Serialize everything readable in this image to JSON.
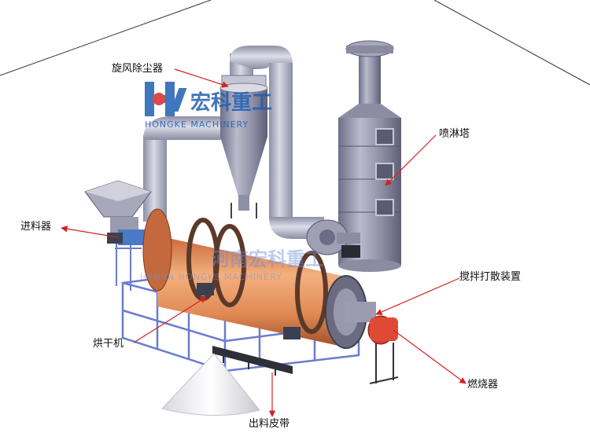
{
  "labels": {
    "cyclone": "旋风除尘器",
    "spray_tower": "喷淋塔",
    "feeder": "进料器",
    "mixer": "搅拌打散装置",
    "dryer": "烘干机",
    "burner": "燃烧器",
    "discharge_belt": "出料皮带"
  },
  "watermark": {
    "logo_letters": "HK",
    "brand_cn": "宏科重工",
    "brand_en": "HONGKE MACHINERY",
    "brand_cn_2": "河南宏科重工",
    "brand_en_2": "HENAN HONGKE MACHINERY"
  },
  "colors": {
    "arrow": "#d42020",
    "drum": "#e0895a",
    "steel": "#9a9cb0",
    "frame": "#6a7ccf",
    "burner": "#d83a2a",
    "logo_blue": "#1f5fb0",
    "logo_red": "#d62a2a"
  }
}
